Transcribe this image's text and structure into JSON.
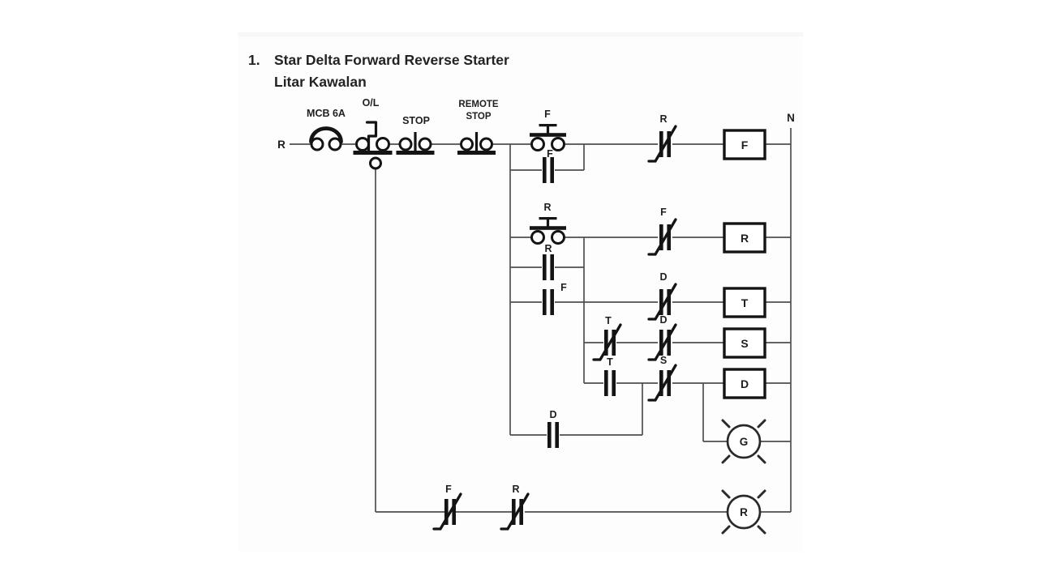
{
  "title": {
    "number": "1.",
    "line1": "Star Delta Forward Reverse Starter",
    "line2": "Litar Kawalan"
  },
  "rails": {
    "phase": "R",
    "neutral": "N"
  },
  "protection": {
    "mcb": "MCB 6A",
    "overload": "O/L",
    "stop": "STOP",
    "remote_stop_line1": "REMOTE",
    "remote_stop_line2": "STOP"
  },
  "forward_rung": {
    "start_button": "F",
    "holding_contact": "F",
    "reverse_interlock": "R",
    "coil": "F"
  },
  "reverse_rung": {
    "start_button": "R",
    "holding_contact": "R",
    "forward_interlock": "F",
    "coil": "R"
  },
  "timer_rung": {
    "aux_contact": "F",
    "delta_interlock": "D",
    "coil": "T"
  },
  "star_rung": {
    "timer_contact": "T",
    "delta_interlock": "D",
    "coil": "S"
  },
  "delta_rung": {
    "timer_contact": "T",
    "star_interlock": "S",
    "holding_contact": "D",
    "coil": "D"
  },
  "lamp_rungs": {
    "run_lamp": "G",
    "forward_nc": "F",
    "reverse_nc": "R",
    "trip_lamp": "R"
  },
  "colors": {
    "wire": "#4f4f4f",
    "symbol": "#141414",
    "label": "#1e1e1e",
    "background": "#ffffff",
    "panel": "#fdfdfd"
  }
}
